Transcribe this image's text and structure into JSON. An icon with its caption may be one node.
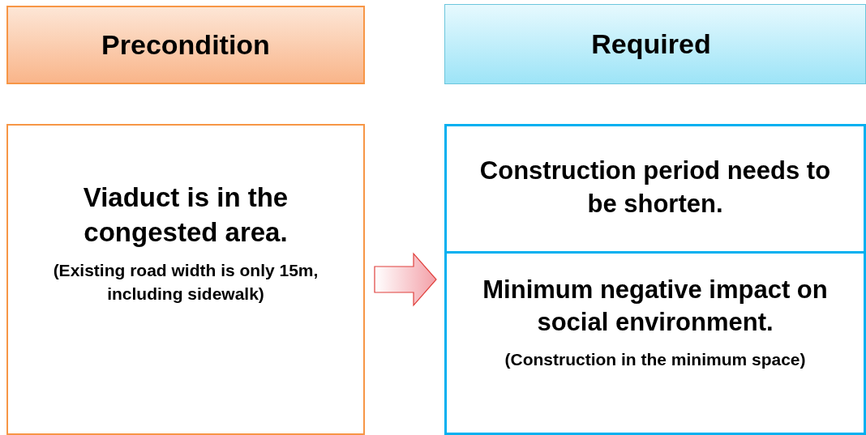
{
  "diagram": {
    "nodes": [
      {
        "text": [
          "Precondition"
        ]
      },
      {
        "text": [
          "Required"
        ]
      },
      {
        "text": [
          "Viaduct is in the congested area.",
          "(Existing road width is only 15m, including sidewalk)"
        ]
      },
      {
        "text": [],
        "shape": "box"
      },
      {
        "text": [
          "Construction period needs to be shorten."
        ],
        "in": 3
      },
      {
        "text": [
          "Minimum negative impact on social environment.",
          "(Construction in the minimum space)"
        ],
        "in": 3
      }
    ],
    "edges": [
      {
        "from": 2,
        "to": 3,
        "arrow": "to"
      }
    ]
  }
}
